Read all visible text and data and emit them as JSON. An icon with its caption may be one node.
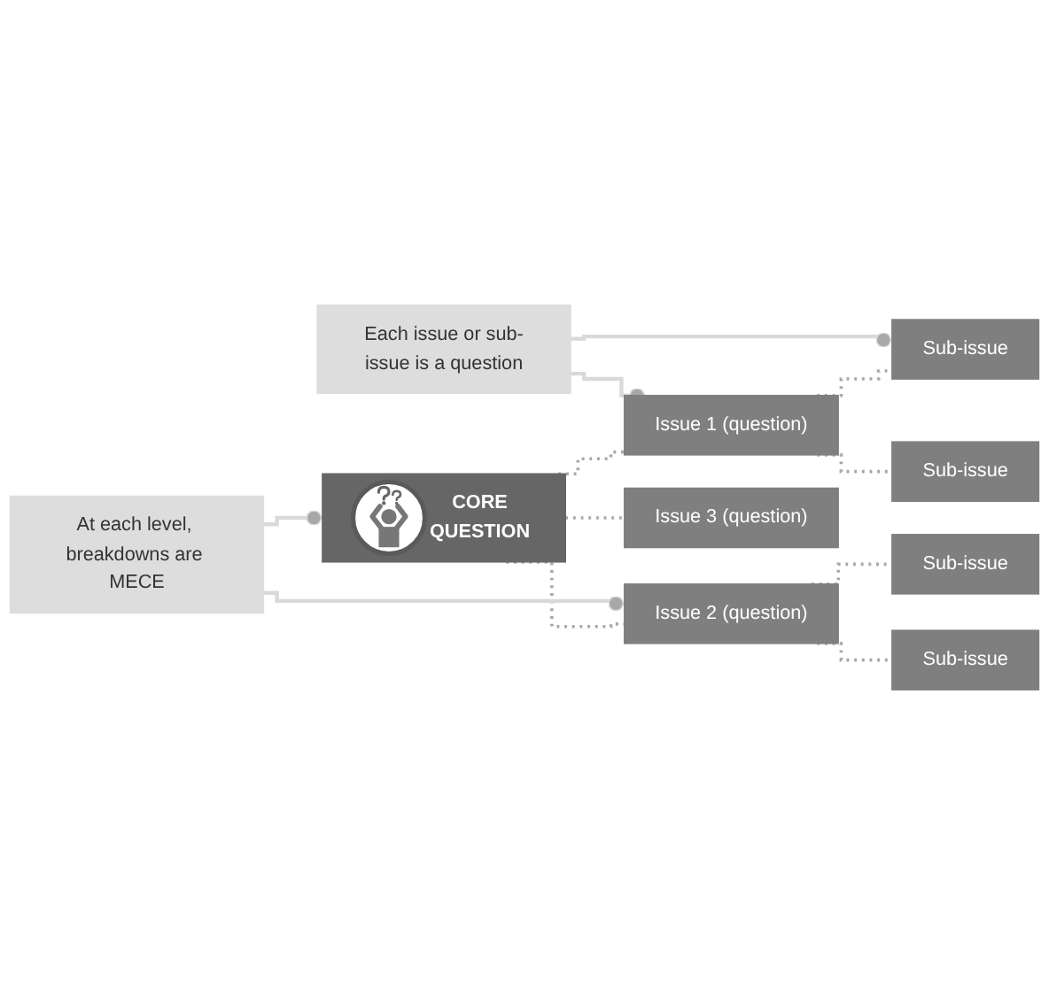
{
  "diagram": {
    "nodes": [
      {
        "text": [
          "Each issue or sub-issue is a question"
        ]
      },
      {
        "text": [
          "CORE QUESTION"
        ]
      },
      {
        "text": [
          "Issue 1 (question)"
        ]
      },
      {
        "text": [
          "Issue 2 (question)"
        ]
      },
      {
        "text": [
          "Issue 3 (question)"
        ]
      },
      {
        "text": [
          "Sub-issue"
        ]
      },
      {
        "text": [
          "Sub-issue"
        ]
      },
      {
        "text": [
          "Sub-issue"
        ]
      },
      {
        "text": [
          "Sub-issue"
        ]
      },
      {
        "text": [
          "At each level, breakdowns are MECE"
        ]
      }
    ],
    "edges": [
      {
        "from": 1,
        "to": 2,
        "arrow": "none",
        "style": "dashed"
      },
      {
        "from": 1,
        "to": 3,
        "arrow": "none",
        "style": "dashed"
      },
      {
        "from": 1,
        "to": 4,
        "arrow": "none",
        "style": "dashed"
      },
      {
        "from": 2,
        "to": 5,
        "arrow": "none",
        "style": "dashed"
      },
      {
        "from": 2,
        "to": 6,
        "arrow": "none",
        "style": "dashed"
      },
      {
        "from": 3,
        "to": 7,
        "arrow": "none",
        "style": "dashed"
      },
      {
        "from": 3,
        "to": 8,
        "arrow": "none",
        "style": "dashed"
      },
      {
        "from": 0,
        "to": 2,
        "arrow": "other",
        "color": "#d9d9d9"
      },
      {
        "from": 0,
        "to": 5,
        "arrow": "other",
        "color": "#d9d9d9"
      },
      {
        "from": 9,
        "to": 3,
        "arrow": "other",
        "color": "#d9d9d9"
      },
      {
        "from": 9,
        "to": 1,
        "arrow": "other",
        "color": "#d9d9d9"
      }
    ]
  }
}
